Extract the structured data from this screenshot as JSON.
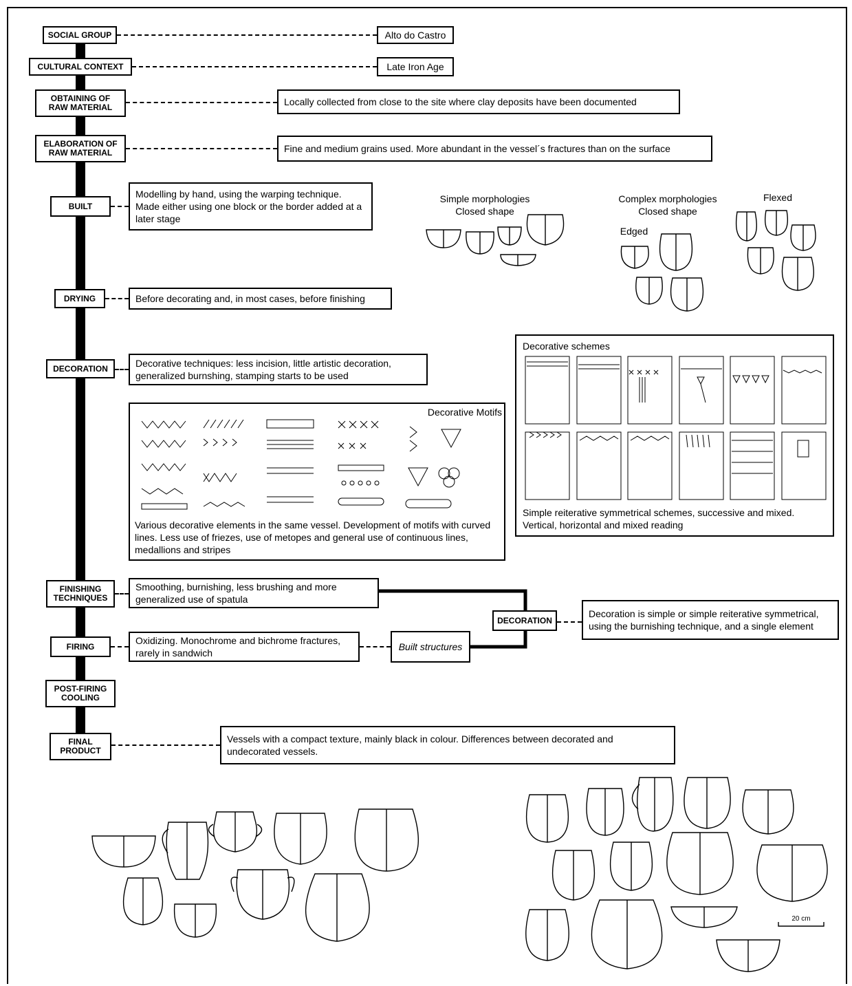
{
  "flow": {
    "social_group": "SOCIAL GROUP",
    "cultural_context": "CULTURAL CONTEXT",
    "obtaining": "OBTAINING OF\nRAW MATERIAL",
    "elaboration": "ELABORATION OF\nRAW MATERIAL",
    "built": "BUILT",
    "drying": "DRYING",
    "decoration": "DECORATION",
    "finishing": "FINISHING\nTECHNIQUES",
    "firing": "FIRING",
    "post_firing": "POST-FIRING\nCOOLING",
    "final_product": "FINAL\nPRODUCT"
  },
  "descriptions": {
    "social_group": "Alto do Castro",
    "cultural_context": "Late Iron Age",
    "obtaining": "Locally collected from close to the site where clay deposits have been documented",
    "elaboration": "Fine and medium grains used. More abundant in the vessel´s fractures than on the surface",
    "built": "Modelling by hand, using the warping technique. Made either using one block or the border added at a later stage",
    "drying": "Before decorating and, in most cases, before finishing",
    "decoration": "Decorative techniques: less incision, little artistic decoration, generalized burnshing, stamping starts to be used",
    "finishing": "Smoothing, burnishing, less brushing and more generalized use of spatula",
    "firing": "Oxidizing. Monochrome and bichrome fractures, rarely in sandwich",
    "built_structures": "Built structures",
    "side_decoration": "DECORATION",
    "side_decoration_desc": "Decoration is simple or simple reiterative symmetrical, using the burnishing technique, and a single element",
    "final_product": "Vessels with a compact texture, mainly black in colour. Differences between decorated and undecorated vessels."
  },
  "morphologies": {
    "simple": "Simple morphologies\nClosed shape",
    "complex": "Complex morphologies\nClosed shape",
    "edged": "Edged",
    "flexed": "Flexed"
  },
  "motifs": {
    "title": "Decorative Motifs",
    "text": "Various decorative elements in the same vessel. Development of motifs with curved lines. Less use of friezes, use of metopes and general use of continuous lines, medallions and stripes"
  },
  "schemes": {
    "title": "Decorative schemes",
    "text": "Simple reiterative symmetrical schemes, successive and mixed. Vertical, horizontal and mixed reading"
  },
  "scale_bar": "20 cm"
}
